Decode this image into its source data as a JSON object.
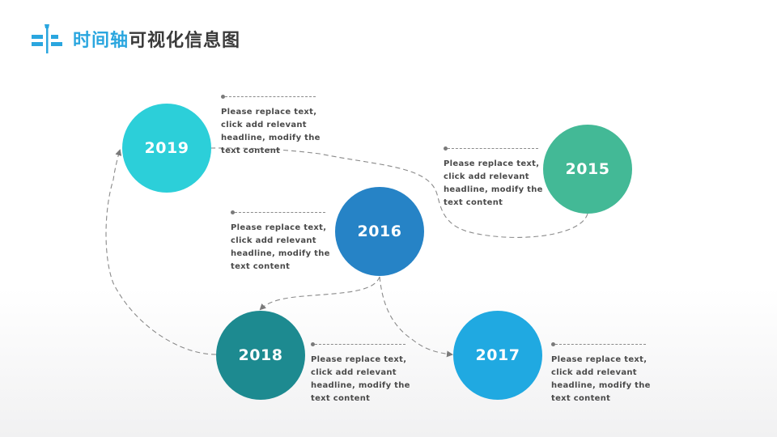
{
  "header": {
    "icon": "timeline-logo-icon",
    "title_accent": "时间轴",
    "title_rest": "可视化信息图",
    "accent_color": "#2aa6df"
  },
  "nodes": [
    {
      "year": "2019",
      "color": "#2ccfd9",
      "text": [
        "Please replace text,",
        "click add relevant",
        "headline, modify the",
        "text content"
      ]
    },
    {
      "year": "2015",
      "color": "#43b996",
      "text": [
        "Please replace text,",
        "click add relevant",
        "headline, modify the",
        "text content"
      ]
    },
    {
      "year": "2016",
      "color": "#2683c6",
      "text": [
        "Please replace text,",
        "click add relevant",
        "headline, modify the",
        "text content"
      ]
    },
    {
      "year": "2018",
      "color": "#1d8a90",
      "text": [
        "Please replace text,",
        "click add relevant",
        "headline, modify the",
        "text content"
      ]
    },
    {
      "year": "2017",
      "color": "#20a9e1",
      "text": [
        "Please replace text,",
        "click add relevant",
        "headline, modify the",
        "text content"
      ]
    }
  ],
  "flow_order": [
    "2015",
    "2016",
    "2017",
    "2018",
    "2019"
  ],
  "connector_color": "#8a8a8a"
}
